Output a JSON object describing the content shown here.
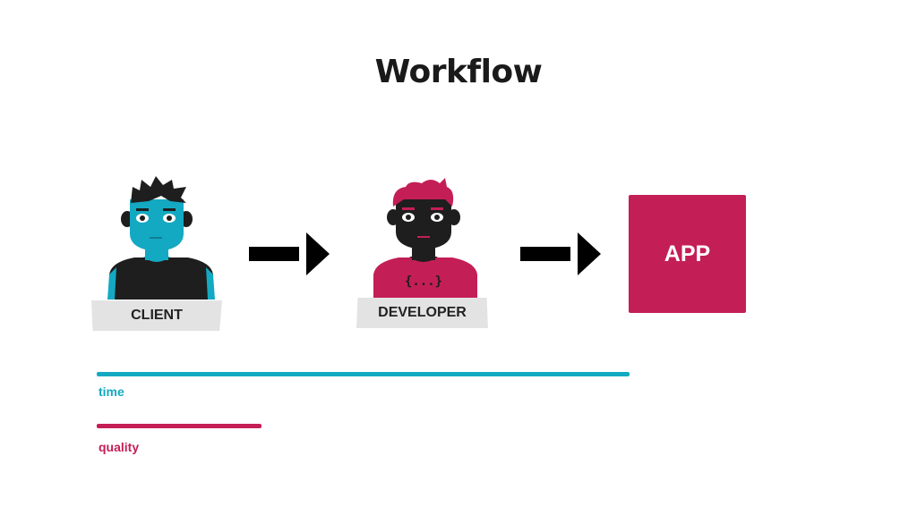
{
  "title": "Workflow",
  "client": {
    "label": "CLIENT"
  },
  "developer": {
    "label": "DEVELOPER",
    "shirt_text": "{...}"
  },
  "app": {
    "label": "APP"
  },
  "metrics": [
    {
      "label": "time",
      "color": "#14a9c2",
      "level": 1.0
    },
    {
      "label": "quality",
      "color": "#c41e56",
      "level": 0.31
    }
  ],
  "colors": {
    "teal": "#14a9c2",
    "magenta": "#c41e56",
    "dark": "#1e1e1e",
    "plate": "#e3e3e3"
  },
  "icons": [
    "client-avatar-icon",
    "developer-avatar-icon",
    "arrow-right-icon"
  ]
}
